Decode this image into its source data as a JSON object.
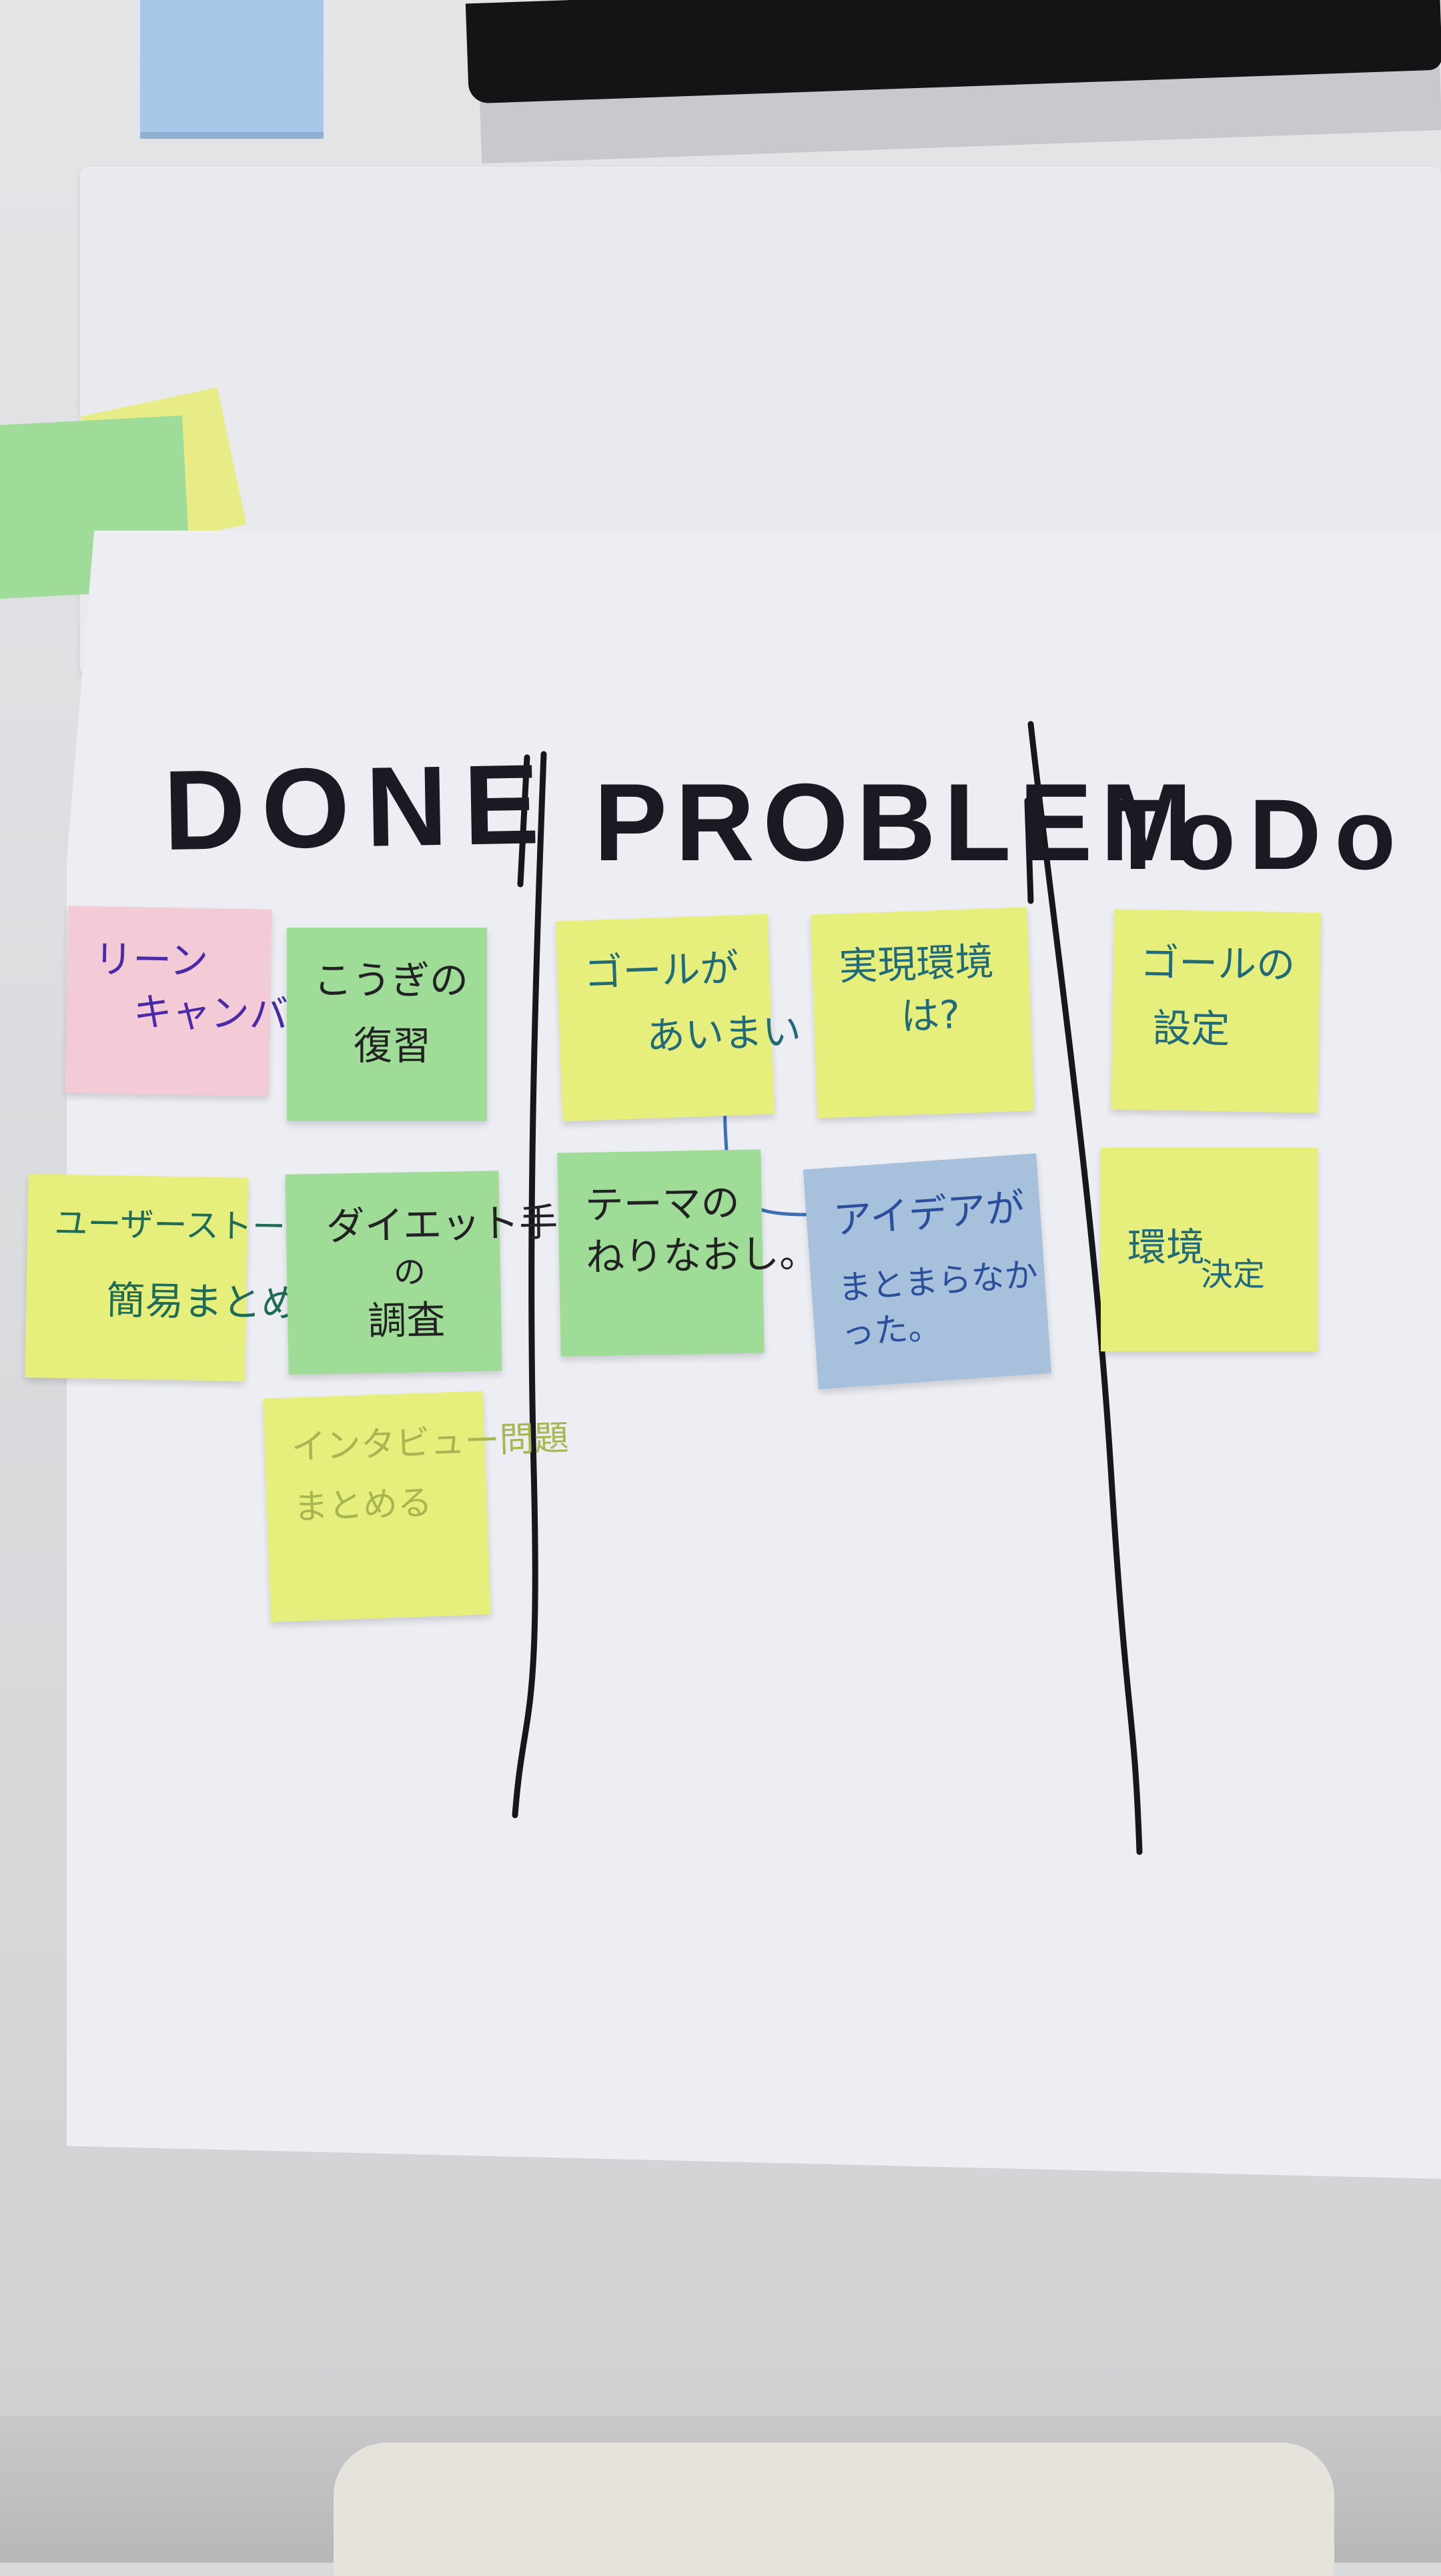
{
  "board": {
    "headings": {
      "done": "DONE",
      "problem": "PROBLEM",
      "todo": "ToDo"
    },
    "columns": [
      {
        "key": "done",
        "notes": [
          {
            "lines": [
              "リーン",
              "キャンバス"
            ],
            "color": "#f3cbd6"
          },
          {
            "lines": [
              "こうぎの",
              "復習"
            ],
            "color": "#9fdc98"
          },
          {
            "lines": [
              "ユーザーストーリー",
              "簡易まとめ"
            ],
            "color": "#e7ef7c"
          },
          {
            "lines": [
              "ダイエット手法",
              "の",
              "調査"
            ],
            "color": "#9fdc98"
          },
          {
            "lines": [
              "インタビュー問題",
              "まとめる"
            ],
            "color": "#e7ef7c"
          }
        ]
      },
      {
        "key": "problem",
        "notes": [
          {
            "lines": [
              "ゴールが",
              "あいまい"
            ],
            "color": "#e7ef7c"
          },
          {
            "lines": [
              "実現環境",
              "は?"
            ],
            "color": "#e7ef7c"
          },
          {
            "lines": [
              "テーマの",
              "ねりなおし。"
            ],
            "color": "#9fdc98"
          },
          {
            "lines": [
              "アイデアが",
              "まとまらなか",
              "った。"
            ],
            "color": "#a7c0dc"
          }
        ]
      },
      {
        "key": "todo",
        "notes": [
          {
            "lines": [
              "ゴールの",
              "設定"
            ],
            "color": "#e7ef7c"
          },
          {
            "lines": [
              "環境",
              "決定"
            ],
            "color": "#e7ef7c"
          }
        ]
      }
    ]
  }
}
